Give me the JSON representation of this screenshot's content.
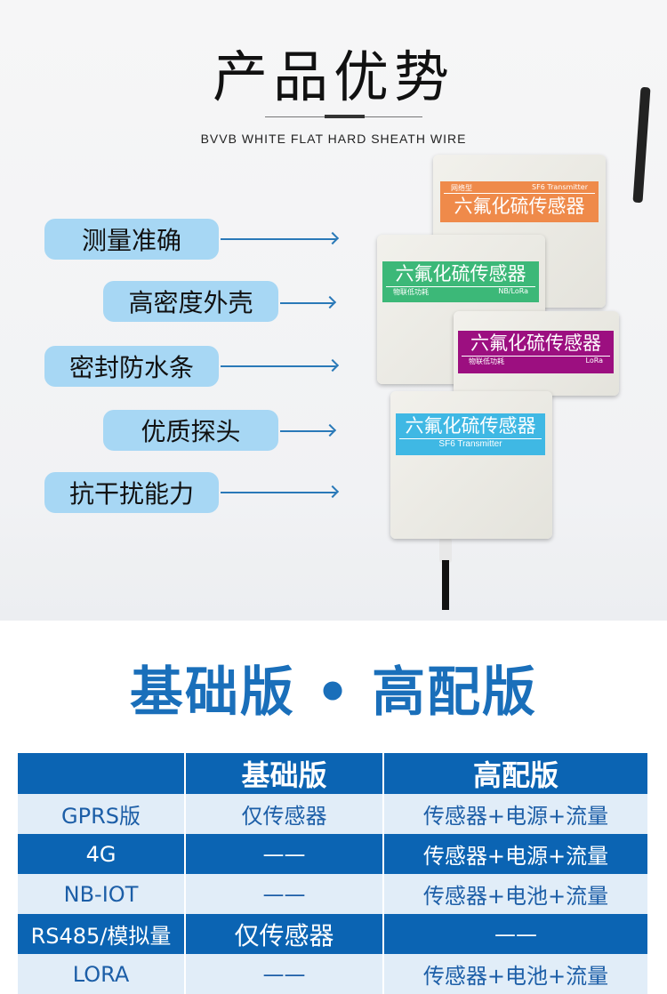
{
  "header": {
    "title": "产品优势",
    "subtitle": "BVVB WHITE FLAT HARD SHEATH WIRE"
  },
  "features": [
    "测量准确",
    "高密度外壳",
    "密封防水条",
    "优质探头",
    "抗干扰能力"
  ],
  "devices": [
    {
      "title": "六氟化硫传感器",
      "top_left": "网络型",
      "top_right": "SF6 Transmitter",
      "color": "#ef8a4a"
    },
    {
      "title": "六氟化硫传感器",
      "bottom_left": "物联低功耗",
      "bottom_right": "NB/LoRa",
      "color": "#3cb878"
    },
    {
      "title": "六氟化硫传感器",
      "bottom_left": "物联低功耗",
      "bottom_right": "LoRa",
      "color": "#9c0f80"
    },
    {
      "title": "六氟化硫传感器",
      "bottom": "SF6 Transmitter",
      "color": "#3fb8e4"
    }
  ],
  "versions": {
    "title_left": "基础版",
    "separator": "•",
    "title_right": "高配版"
  },
  "table": {
    "headers": [
      "",
      "基础版",
      "高配版"
    ],
    "rows": [
      [
        "GPRS版",
        "仅传感器",
        "传感器+电源+流量"
      ],
      [
        "4G",
        "——",
        "传感器+电源+流量"
      ],
      [
        "NB-IOT",
        "——",
        "传感器+电池+流量"
      ],
      [
        "RS485/模拟量",
        "仅传感器",
        "——"
      ],
      [
        "LORA",
        "——",
        "传感器+电池+流量"
      ]
    ]
  },
  "colors": {
    "accent": "#0b64b3",
    "pill": "#a7d7f4",
    "row_light": "#e1edf8"
  }
}
